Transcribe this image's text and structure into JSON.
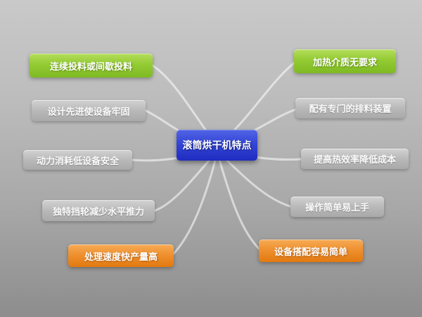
{
  "mindmap": {
    "center": {
      "label": "滚筒烘干机特点"
    },
    "left_nodes": [
      {
        "label": "连续投料或间歇投料",
        "style": "green"
      },
      {
        "label": "设计先进使设备牢固",
        "style": "gray"
      },
      {
        "label": "动力消耗低设备安全",
        "style": "gray"
      },
      {
        "label": "独特挡轮减少水平推力",
        "style": "gray"
      },
      {
        "label": "处理速度快产量高",
        "style": "orange"
      }
    ],
    "right_nodes": [
      {
        "label": "加热介质无要求",
        "style": "green"
      },
      {
        "label": "配有专门的排料装置",
        "style": "gray"
      },
      {
        "label": "提高热效率降低成本",
        "style": "gray"
      },
      {
        "label": "操作简单易上手",
        "style": "gray"
      },
      {
        "label": "设备搭配容易简单",
        "style": "orange"
      }
    ],
    "colors": {
      "center_blue": "#2f3ecf",
      "highlight_green": "#8cc63e",
      "highlight_orange": "#ec8420",
      "plain_gray": "#b5b5b5",
      "connector": "#e8e8e8"
    }
  }
}
